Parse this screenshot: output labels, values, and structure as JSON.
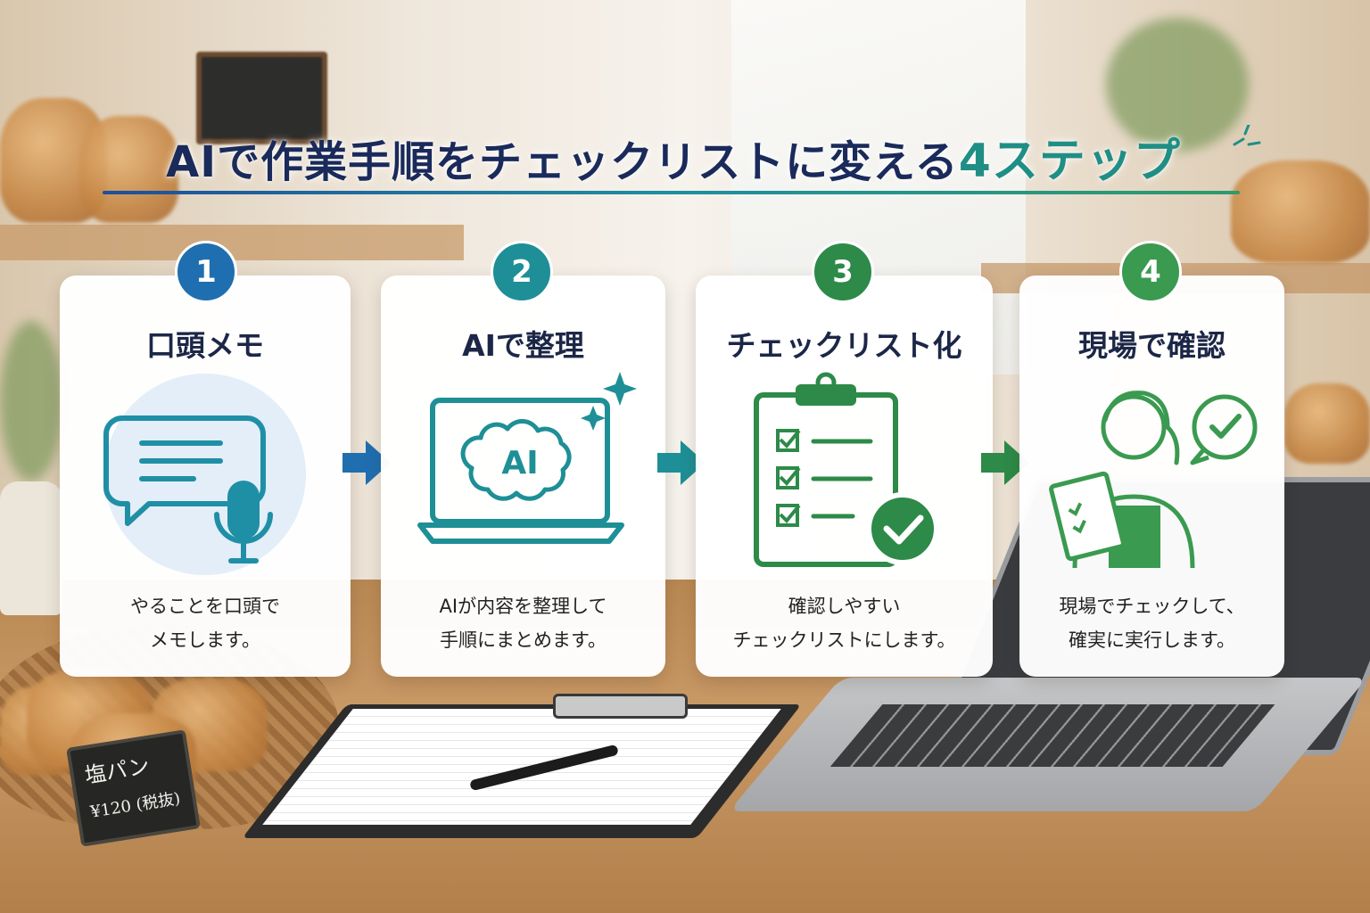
{
  "title": {
    "main": "AIで作業手順をチェックリストに変える",
    "accent": "4ステップ"
  },
  "colors": {
    "navy": "#1a2a5a",
    "step1": "#1f6fb0",
    "step2": "#1e8f96",
    "step3": "#2d8a48",
    "step4": "#3a9a50"
  },
  "steps": [
    {
      "number": "1",
      "title": "口頭メモ",
      "desc_line1": "やることを口頭で",
      "desc_line2": "メモします。",
      "icon": "speech-bubble-microphone-icon"
    },
    {
      "number": "2",
      "title": "AIで整理",
      "desc_line1": "AIが内容を整理して",
      "desc_line2": "手順にまとめます。",
      "icon": "laptop-ai-brain-icon",
      "icon_text": "AI"
    },
    {
      "number": "3",
      "title": "チェックリスト化",
      "desc_line1": "確認しやすい",
      "desc_line2": "チェックリストにします。",
      "icon": "clipboard-checklist-icon"
    },
    {
      "number": "4",
      "title": "現場で確認",
      "desc_line1": "現場でチェックして、",
      "desc_line2": "確実に実行します。",
      "icon": "worker-checking-clipboard-icon"
    }
  ],
  "price_tag": {
    "name": "塩パン",
    "price": "¥120 (税抜)"
  }
}
